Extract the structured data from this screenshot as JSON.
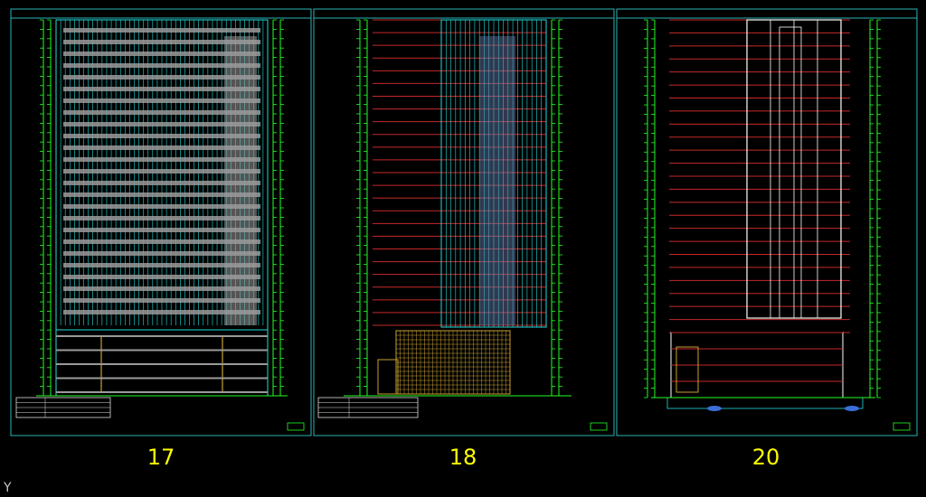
{
  "canvas": {
    "background": "#000000"
  },
  "colors": {
    "frame": "#2bb3b3",
    "dimension": "#22ff22",
    "glazing": "#22dddd",
    "slab": "#9a9a9a",
    "red_line": "#c82828",
    "podium": "#c8a030",
    "label": "#ffff00"
  },
  "sheets": [
    {
      "id": "17",
      "label": "17",
      "view": "elevation-a"
    },
    {
      "id": "18",
      "label": "18",
      "view": "elevation-b"
    },
    {
      "id": "20",
      "label": "20",
      "view": "section"
    }
  ],
  "ucs": {
    "axis_label": "Y",
    "icon": "ucs-axis-icon"
  }
}
